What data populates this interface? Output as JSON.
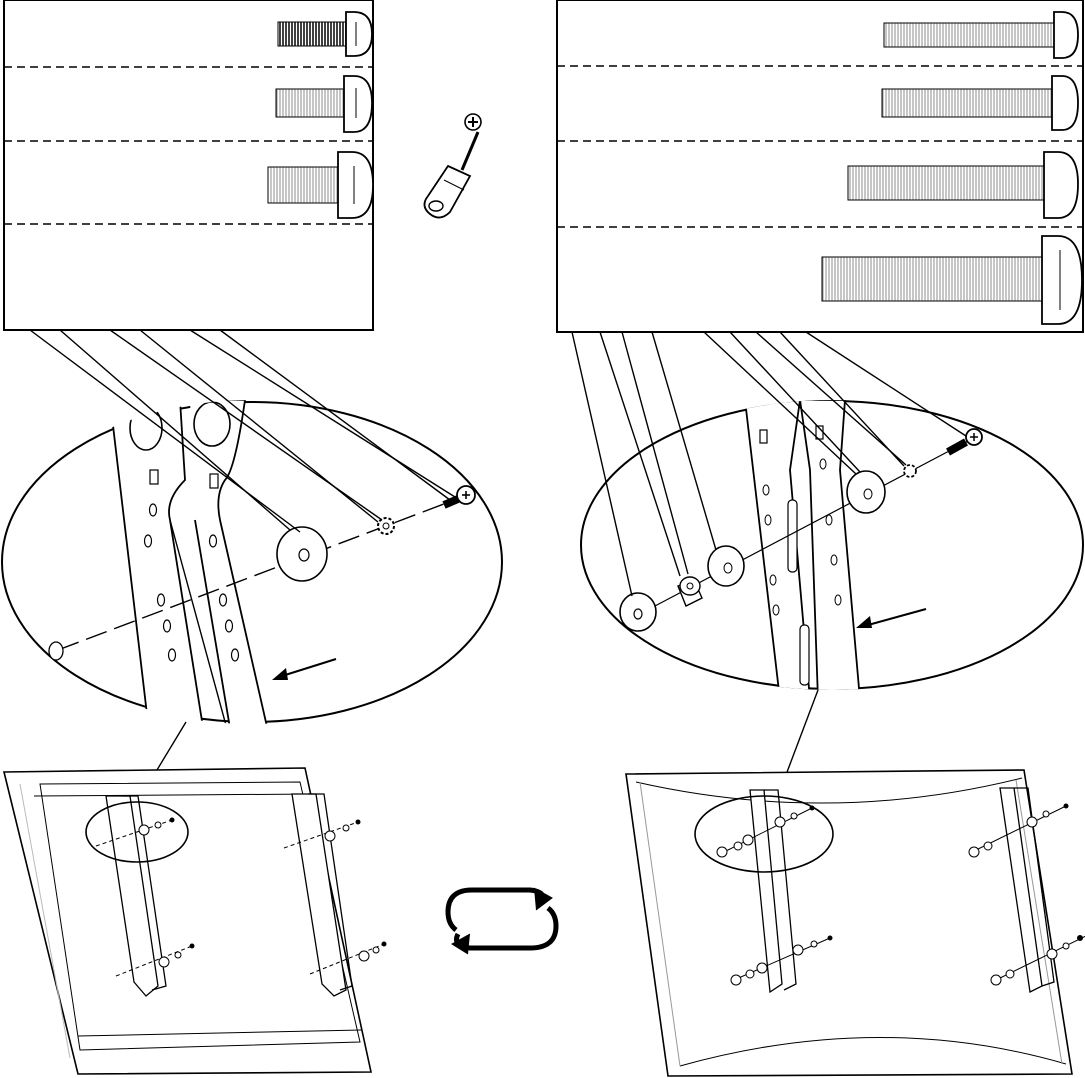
{
  "diagram": {
    "type": "assembly-instruction",
    "colors": {
      "ink": "#000000",
      "paper": "#ffffff",
      "thread": "#9a9a9a",
      "shade": "#e6e6e6"
    },
    "left_panel": {
      "hardware_rows": 4,
      "screws_shown": 3,
      "tool_icon": "phillips-screwdriver-icon",
      "tool_symbol": "phillips-cross-icon"
    },
    "right_panel": {
      "hardware_rows": 4,
      "screws_shown": 4
    },
    "center_icon": "rotate-arrows-icon"
  }
}
